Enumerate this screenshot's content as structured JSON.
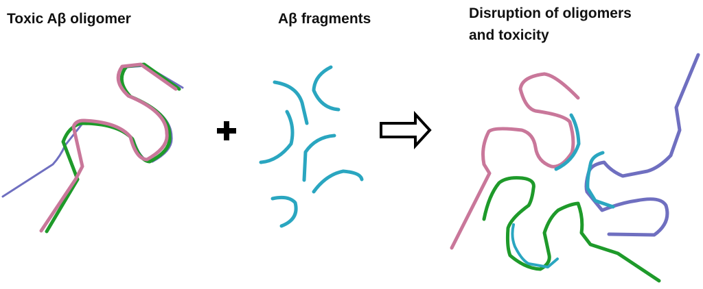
{
  "titles": {
    "oligomer": "Toxic Aβ oligomer",
    "fragments": "Aβ fragments",
    "result_line1": "Disruption of oligomers",
    "result_line2": "and toxicity"
  },
  "symbols": {
    "plus": "plus-icon",
    "arrow": "right-arrow-icon"
  },
  "colors": {
    "pink": "#c9779a",
    "green": "#1e9a2a",
    "purple": "#6f6fc0",
    "cyan": "#2aa6c0"
  }
}
